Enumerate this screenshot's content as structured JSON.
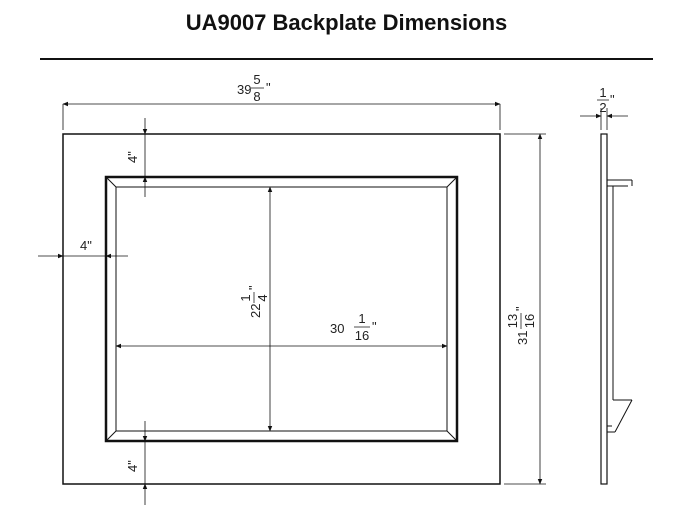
{
  "title": "UA9007 Backplate Dimensions",
  "dimensions": {
    "overall_width": {
      "whole": "39",
      "num": "5",
      "den": "8"
    },
    "overall_height": {
      "whole": "31",
      "num": "13",
      "den": "16"
    },
    "inner_width": {
      "whole": "30",
      "num": "1",
      "den": "16"
    },
    "inner_height": {
      "whole": "22",
      "num": "1",
      "den": "4"
    },
    "top_border": "4\"",
    "bottom_border": "4\"",
    "left_border": "4\"",
    "thickness": {
      "num": "1",
      "den": "2"
    }
  },
  "units_mark": "\""
}
